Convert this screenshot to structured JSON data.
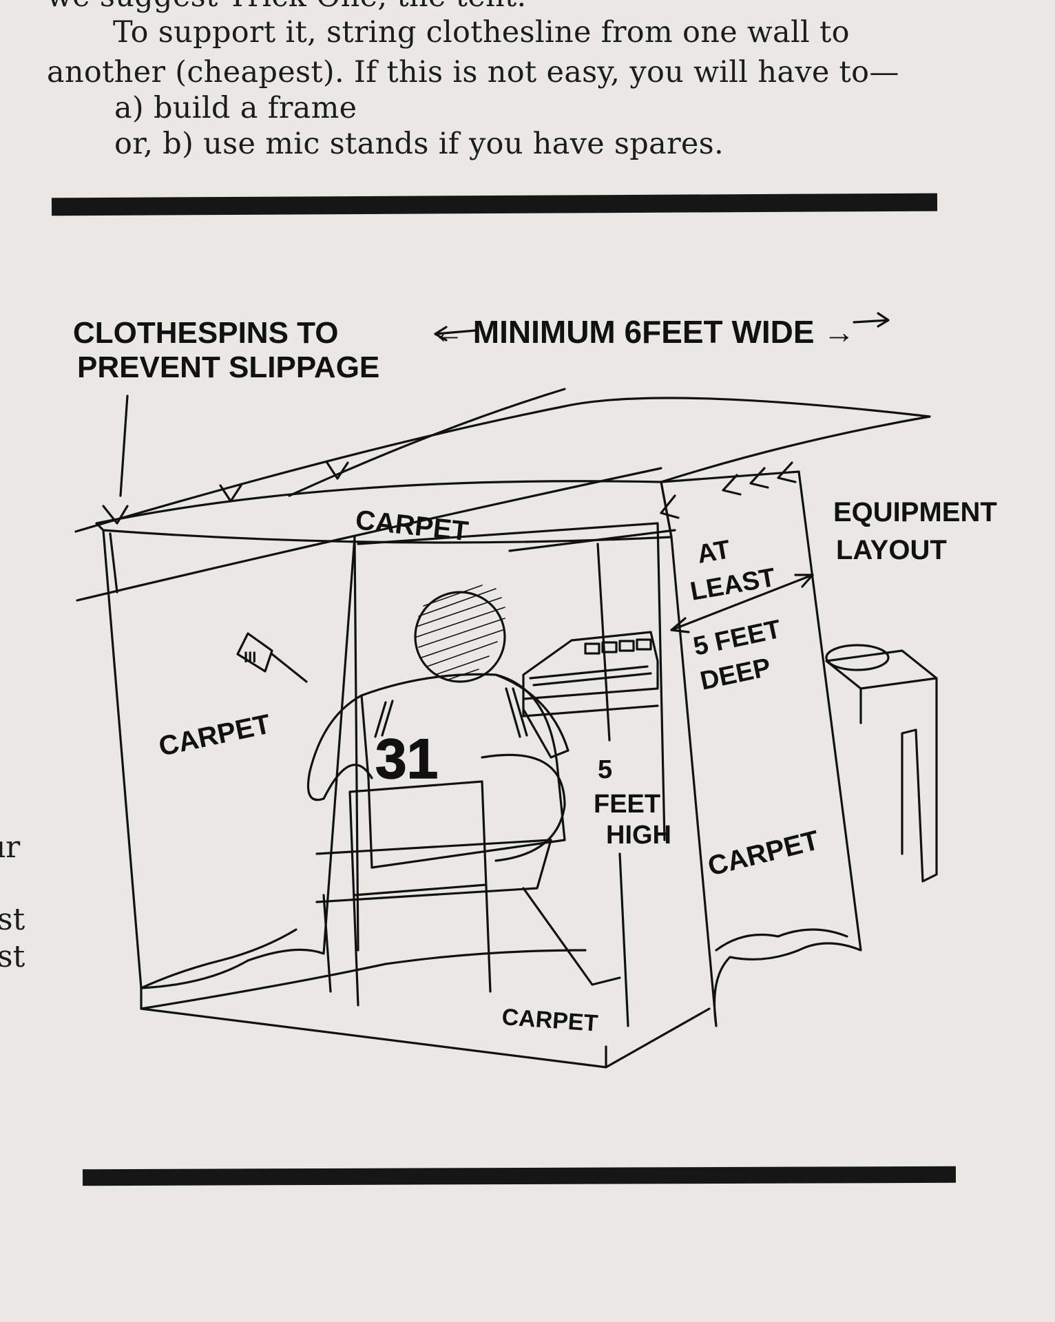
{
  "text": {
    "line0": "we suggest Trick One, the tent.",
    "line1": "To support it, string clothesline from one wall to",
    "line2": "another (cheapest). If this is not easy, you will have to—",
    "line3": "a)  build a frame",
    "line4": "or, b)  use mic stands if you have spares."
  },
  "margin_fragments": [
    "ır",
    "st",
    "st"
  ],
  "illustration": {
    "clothespins_label_1": "CLOTHESPINS TO",
    "clothespins_label_2": "PREVENT SLIPPAGE",
    "width_label": "← MINIMUM 6FEET WIDE →",
    "carpet_top": "CARPET",
    "carpet_left": "CARPET",
    "carpet_right": "CARPET",
    "carpet_floor": "CARPET",
    "equipment_1": "EQUIPMENT",
    "equipment_2": "LAYOUT",
    "depth_1": "AT",
    "depth_2": "LEAST",
    "depth_3": "5 FEET",
    "depth_4": "DEEP",
    "height_1": "5",
    "height_2": "FEET",
    "height_3": "HIGH",
    "jersey_number": "31",
    "headstock_mark": "III"
  }
}
